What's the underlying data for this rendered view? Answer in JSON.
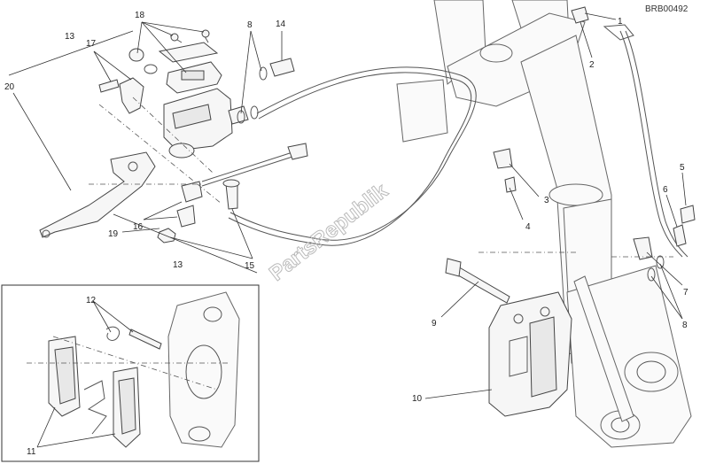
{
  "diagram": {
    "code": "BRB00492",
    "watermark": "PartsRepublik",
    "callouts": {
      "c1": "1",
      "c2": "2",
      "c3": "3",
      "c4": "4",
      "c5": "5",
      "c6": "6",
      "c7": "7",
      "c8a": "8",
      "c8b": "8",
      "c9": "9",
      "c10": "10",
      "c11": "11",
      "c12": "12",
      "c13a": "13",
      "c13b": "13",
      "c14": "14",
      "c15": "15",
      "c16": "16",
      "c17": "17",
      "c18": "18",
      "c19": "19",
      "c20": "20"
    }
  }
}
